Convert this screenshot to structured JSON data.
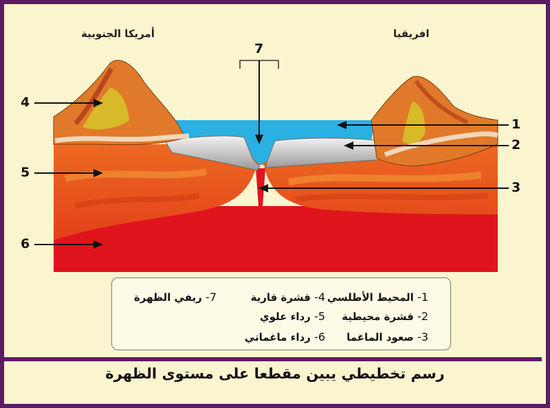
{
  "colors": {
    "border": "#5e1a63",
    "background": "#fbf5cf",
    "ocean": "#2ab0e2",
    "oceanic_crust": "#bdbdbd",
    "continental_crust": "#e07a2a",
    "upper_mantle": "#e65a1c",
    "magma_mantle": "#e0141c"
  },
  "labels": {
    "south_america": "أمريكا الجنوبية",
    "africa": "افريقيا"
  },
  "callouts": {
    "c1": "1",
    "c2": "2",
    "c3": "3",
    "c4": "4",
    "c5": "5",
    "c6": "6",
    "c7": "7"
  },
  "legend": [
    {
      "num": "1-",
      "text": "المحيط الأطلسي"
    },
    {
      "num": "2-",
      "text": "قشرة محيطية"
    },
    {
      "num": "3-",
      "text": "صعود الماغما"
    },
    {
      "num": "4-",
      "text": "قشرة قارية"
    },
    {
      "num": "5-",
      "text": "رداء علوي"
    },
    {
      "num": "6-",
      "text": "رداء ماغماتي"
    },
    {
      "num": "7-",
      "text": "ريفي الظهرة"
    }
  ],
  "caption": "رسم تخطيطي يبين مقطعا على مستوى الظهرة"
}
